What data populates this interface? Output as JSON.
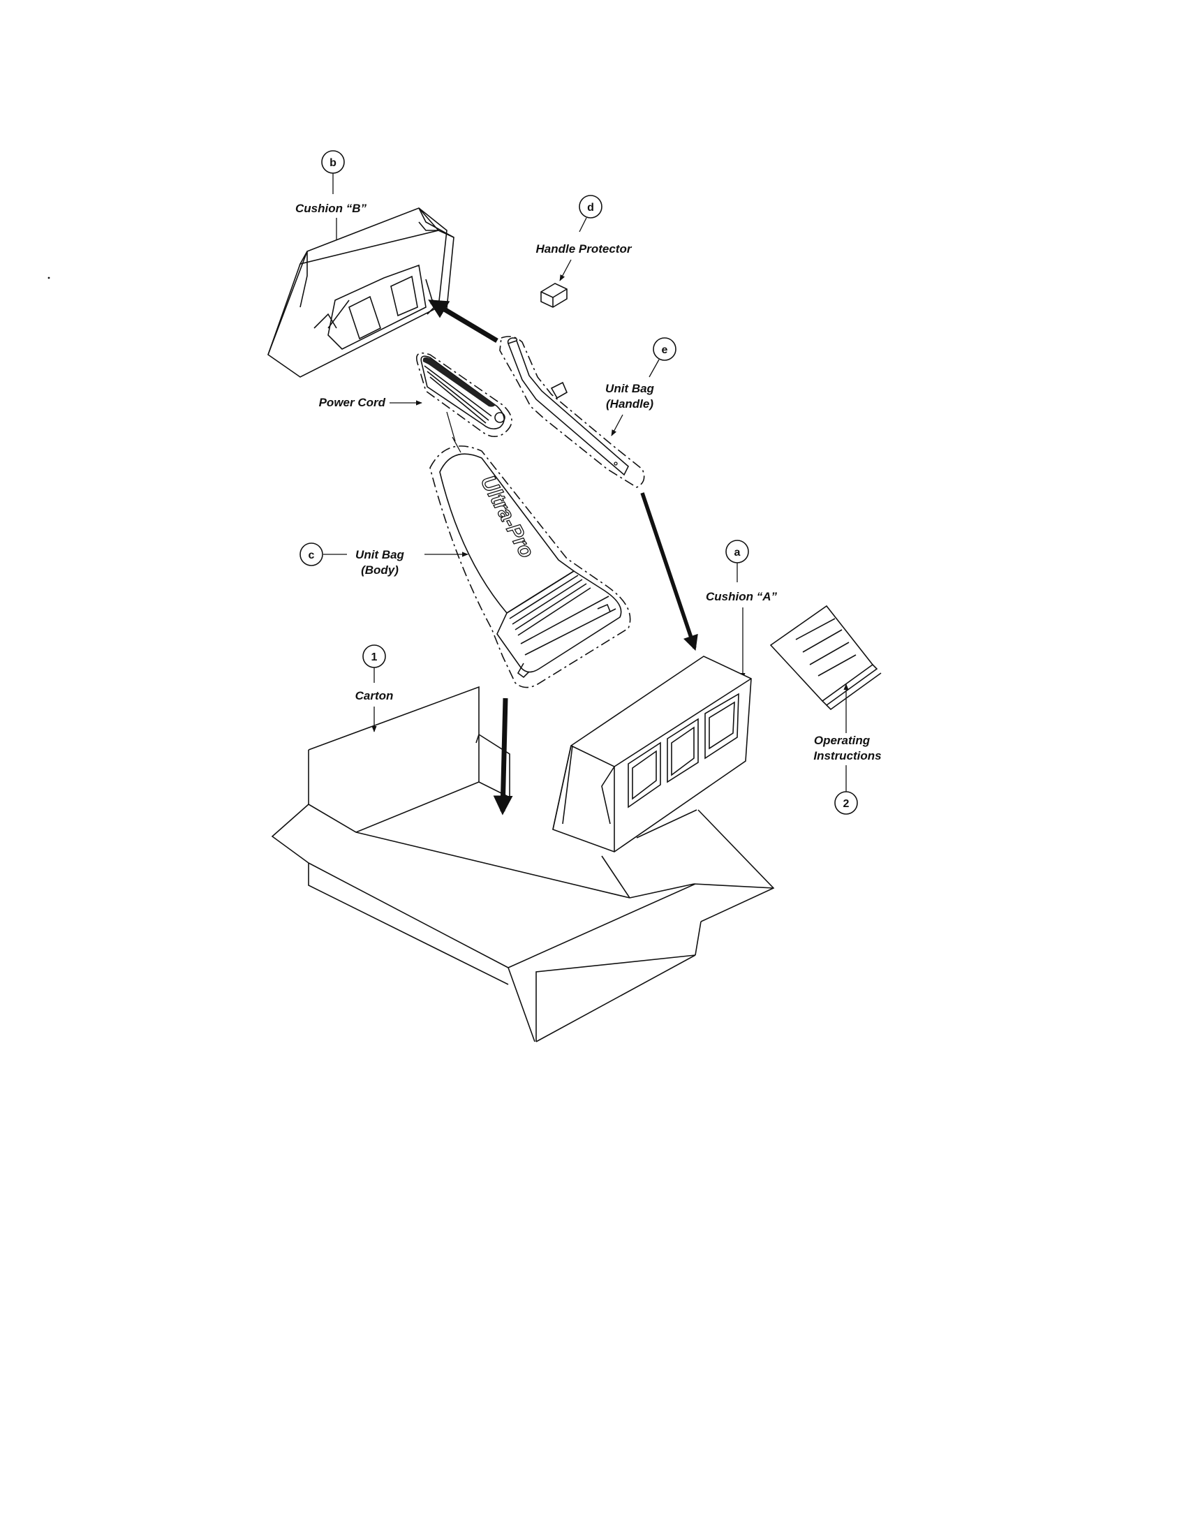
{
  "callouts": {
    "b": {
      "id": "b",
      "label": "Cushion “B”"
    },
    "d": {
      "id": "d",
      "label": "Handle Protector"
    },
    "e": {
      "id": "e",
      "label1": "Unit Bag",
      "label2": "(Handle)"
    },
    "power_cord": {
      "label": "Power Cord"
    },
    "c": {
      "id": "c",
      "label1": "Unit Bag",
      "label2": "(Body)"
    },
    "a": {
      "id": "a",
      "label": "Cushion “A”"
    },
    "one": {
      "id": "1",
      "label": "Carton"
    },
    "two": {
      "id": "2",
      "label1": "Operating",
      "label2": "Instructions"
    }
  },
  "brand_text": "Ultra-Pro"
}
